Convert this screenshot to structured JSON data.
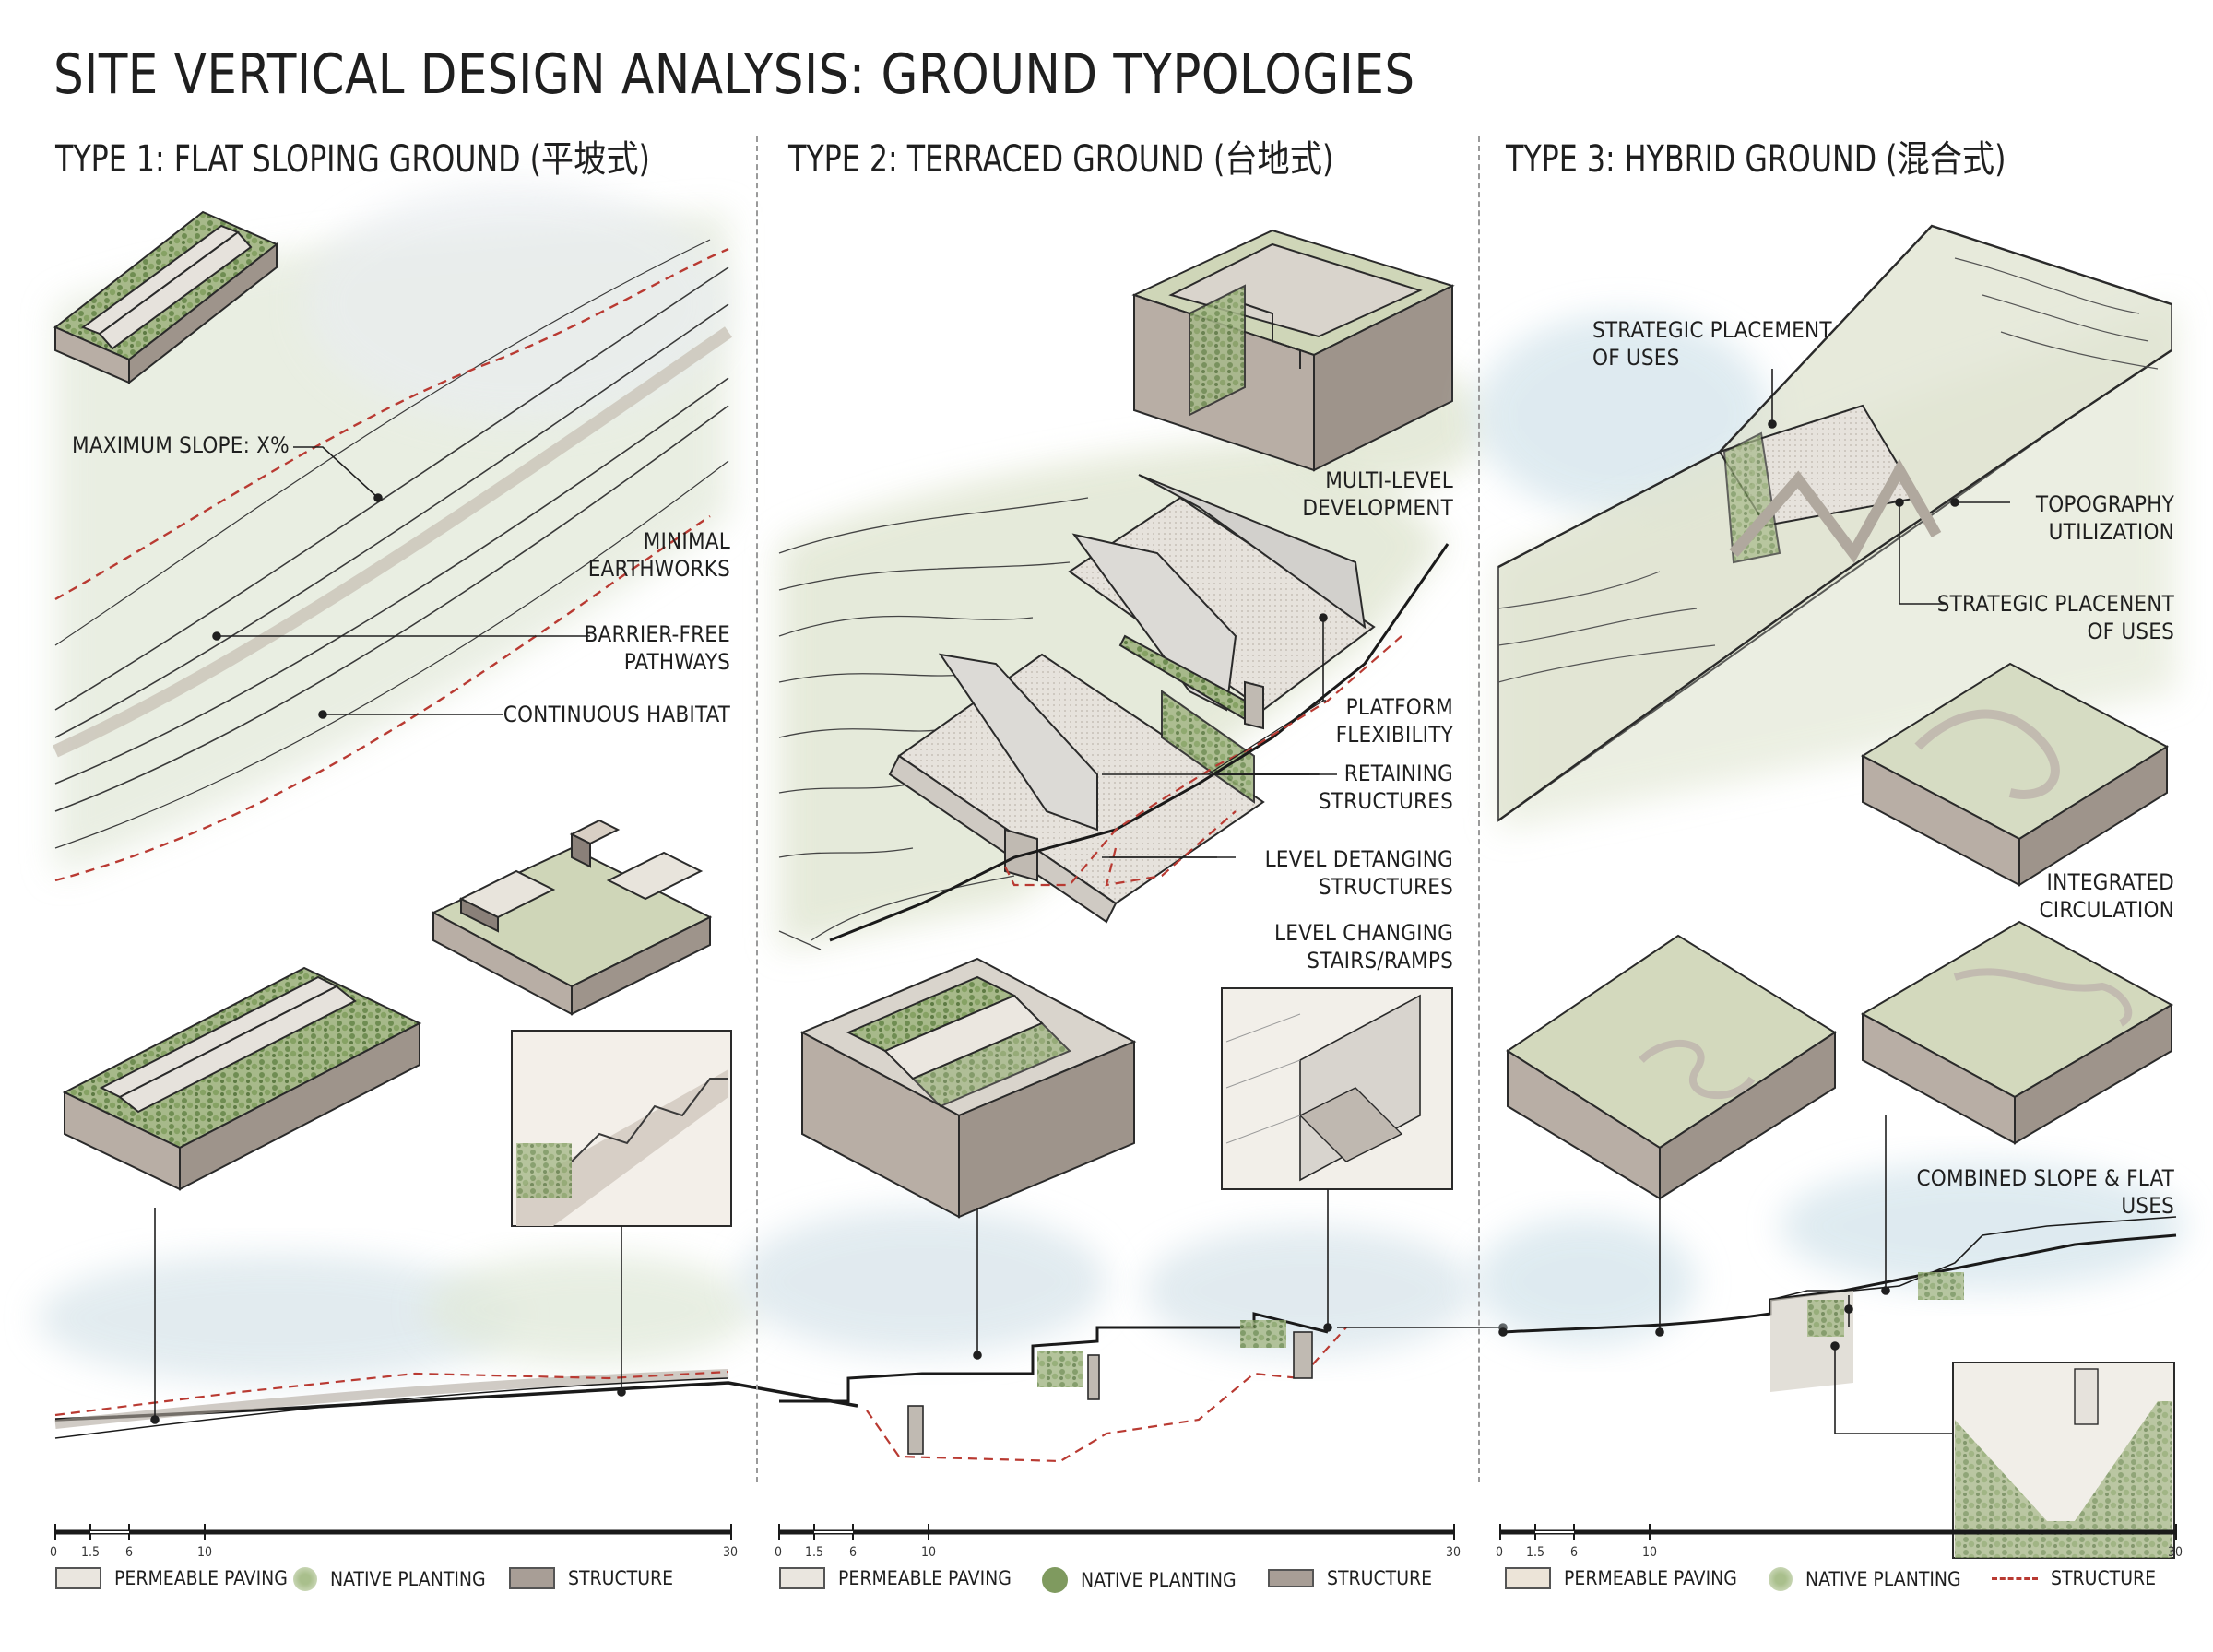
{
  "title": "SITE VERTICAL DESIGN ANALYSIS: GROUND TYPOLOGIES",
  "types": [
    {
      "title": "TYPE 1: FLAT SLOPING GROUND (平坡式)"
    },
    {
      "title": "TYPE 2: TERRACED GROUND (台地式)"
    },
    {
      "title": "TYPE 3: HYBRID GROUND (混合式)"
    }
  ],
  "type1_labels": {
    "max_slope": "MAXIMUM SLOPE: X%",
    "minimal_1": "MINIMAL",
    "minimal_2": "EARTHWORKS",
    "barrier_1": "BARRIER-FREE",
    "barrier_2": "PATHWAYS",
    "habitat": "CONTINUOUS HABITAT"
  },
  "type2_labels": {
    "multi_1": "MULTI-LEVEL",
    "multi_2": "DEVELOPMENT",
    "platform_1": "PLATFORM",
    "platform_2": "FLEXIBILITY",
    "retaining_1": "RETAINING",
    "retaining_2": "STRUCTURES",
    "detanging_1": "LEVEL DETANGING",
    "detanging_2": "STRUCTURES",
    "stairs_1": "LEVEL CHANGING",
    "stairs_2": "STAIRS/RAMPS"
  },
  "type3_labels": {
    "strategic_a_1": "STRATEGIC PLACEMENT",
    "strategic_a_2": "OF USES",
    "topo_1": "TOPOGRAPHY",
    "topo_2": "UTILIZATION",
    "strategic_b_1": "STRATEGIC PLACENENT",
    "strategic_b_2": "OF USES",
    "circ_1": "INTEGRATED",
    "circ_2": "CIRCULATION",
    "combined_1": "COMBINED SLOPE & FLAT",
    "combined_2": "USES"
  },
  "scale_ticks": [
    "0",
    "1.5",
    "6",
    "10",
    "30"
  ],
  "legends": [
    [
      {
        "label": "PERMEABLE PAVING",
        "icon": "paving-swatch"
      },
      {
        "label": "NATIVE PLANTING",
        "icon": "planting-swatch"
      },
      {
        "label": "STRUCTURE",
        "icon": "structure-swatch"
      }
    ],
    [
      {
        "label": "PERMEABLE PAVING",
        "icon": "paving-swatch"
      },
      {
        "label": "NATIVE PLANTING",
        "icon": "planting-swatch"
      },
      {
        "label": "STRUCTURE",
        "icon": "structure-swatch"
      }
    ],
    [
      {
        "label": "PERMEABLE PAVING",
        "icon": "paving-swatch"
      },
      {
        "label": "NATIVE PLANTING",
        "icon": "planting-swatch"
      },
      {
        "label": "STRUCTURE",
        "icon": "dashed-line"
      }
    ]
  ],
  "colors": {
    "paving": "#eae6df",
    "planting": "#7f9a5f",
    "structure": "#a89e96",
    "excavation": "#b93a32",
    "sky_wash": "#dde8ec",
    "ground_wash": "#e3e8d4"
  }
}
